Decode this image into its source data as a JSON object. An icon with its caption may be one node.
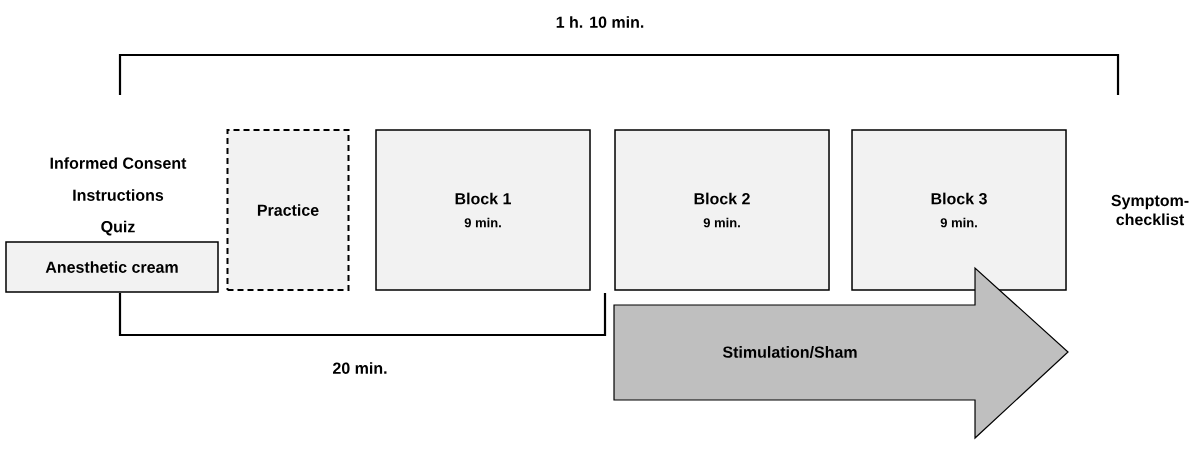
{
  "diagram": {
    "nodes": [
      {
        "text": [
          "Anesthetic cream"
        ]
      },
      {
        "text": [
          "Practice"
        ]
      },
      {
        "text": [
          "Block 1",
          "9 min."
        ]
      },
      {
        "text": [
          "Block 2",
          "9 min."
        ]
      },
      {
        "text": [
          "Block 3",
          "9 min."
        ]
      },
      {
        "text": [
          "Stimulation/Sham"
        ]
      }
    ],
    "labels": [
      "1 h. 10 min.",
      "Informed Consent",
      "Instructions",
      "Quiz",
      "Symptom-checklist",
      "20 min."
    ]
  }
}
